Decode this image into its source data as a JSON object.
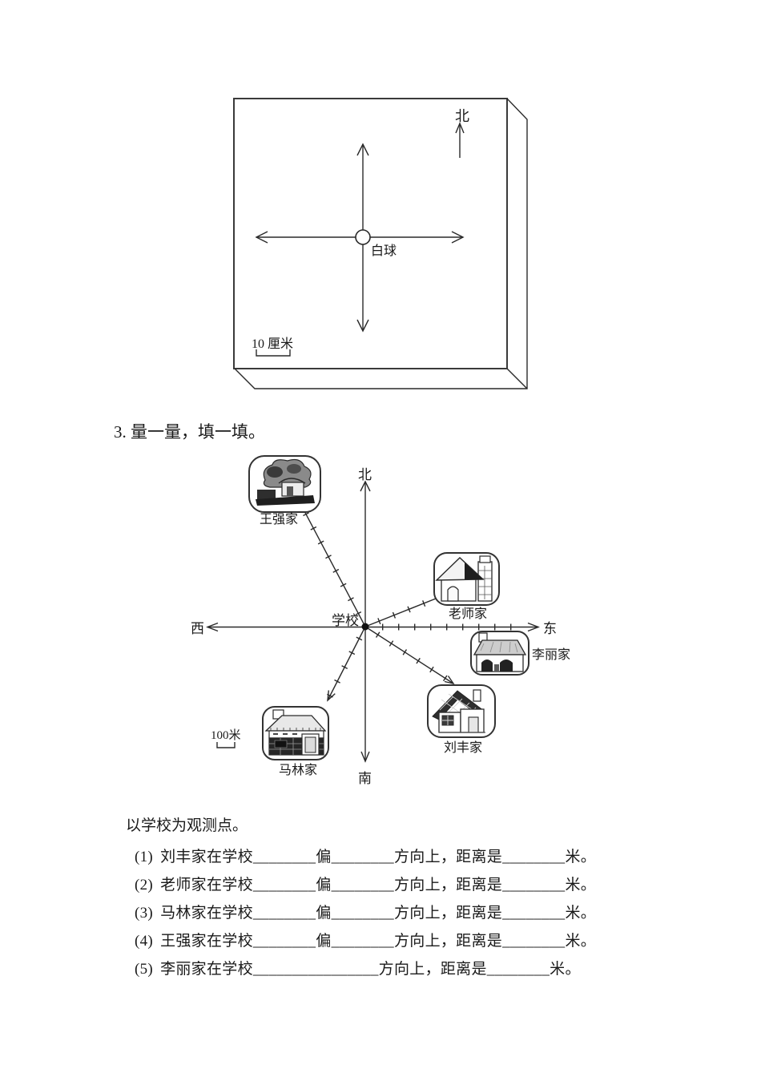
{
  "figure1": {
    "north_label": "北",
    "ball_label": "白球",
    "scale_label": "10 厘米"
  },
  "section": {
    "heading": "3. 量一量，填一填。",
    "note": "以学校为观测点。"
  },
  "map": {
    "center_label": "学校",
    "compass": {
      "north": "北",
      "south": "南",
      "east": "东",
      "west": "西"
    },
    "scale_label": "100米",
    "houses": {
      "wangqiang": "王强家",
      "teacher": "老师家",
      "lili": "李丽家",
      "liufeng": "刘丰家",
      "malin": "马林家"
    }
  },
  "questions": [
    {
      "num": "(1)",
      "text": "刘丰家在学校________偏________方向上，距离是________米。"
    },
    {
      "num": "(2)",
      "text": "老师家在学校________偏________方向上，距离是________米。"
    },
    {
      "num": "(3)",
      "text": "马林家在学校________偏________方向上，距离是________米。"
    },
    {
      "num": "(4)",
      "text": "王强家在学校________偏________方向上，距离是________米。"
    },
    {
      "num": "(5)",
      "text": "李丽家在学校________________方向上，距离是________米。"
    }
  ]
}
